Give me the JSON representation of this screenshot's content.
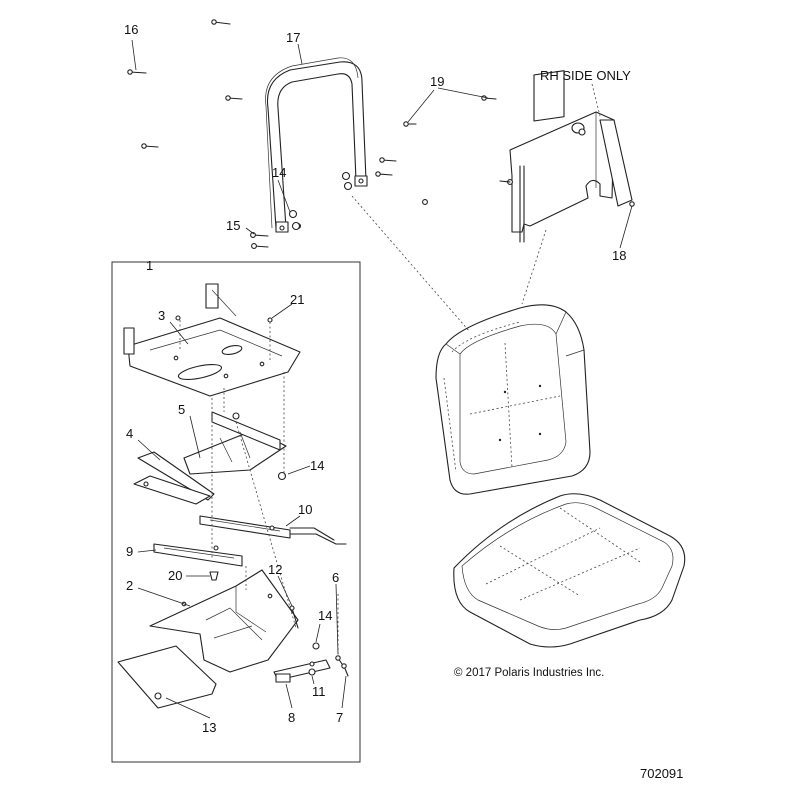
{
  "callouts": {
    "c1": "1",
    "c2": "2",
    "c3": "3",
    "c4": "4",
    "c5": "5",
    "c6": "6",
    "c7": "7",
    "c8": "8",
    "c9": "9",
    "c10": "10",
    "c11": "11",
    "c12": "12",
    "c13": "13",
    "c14a": "14",
    "c14b": "14",
    "c14c": "14",
    "c15": "15",
    "c16": "16",
    "c17": "17",
    "c18": "18",
    "c19": "19",
    "c20": "20",
    "c21": "21"
  },
  "notes": {
    "rh_side": "RH SIDE ONLY",
    "copyright": "© 2017 Polaris Industries Inc.",
    "diagram_number": "702091"
  }
}
